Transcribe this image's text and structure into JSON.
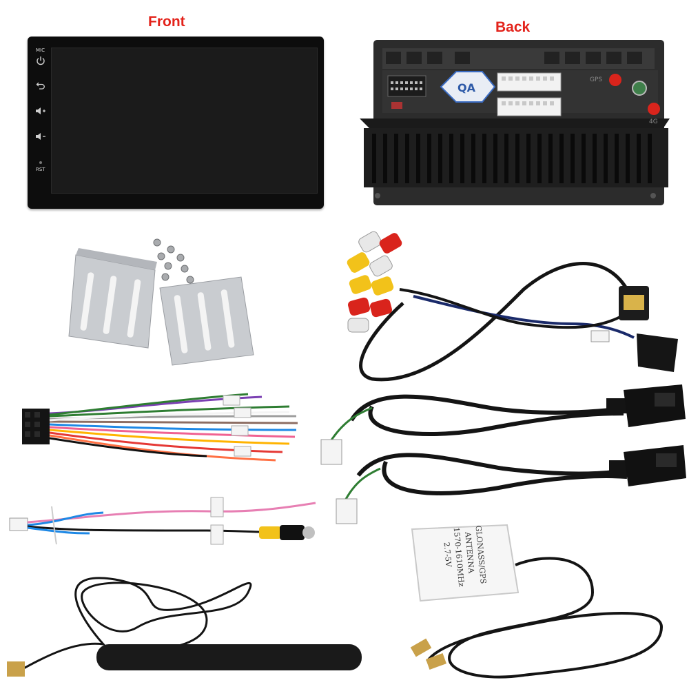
{
  "headings": {
    "front": "Front",
    "back": "Back"
  },
  "stereo_front": {
    "button_labels": [
      "MIC",
      "RST"
    ],
    "icons": [
      "power-icon",
      "back-icon",
      "volume-up-icon",
      "volume-down-icon"
    ]
  },
  "stereo_back": {
    "port_labels": [
      "GPS",
      "4G"
    ]
  },
  "gps_antenna": {
    "label_lines": [
      "GLONASS/GPS",
      "ANTENNA",
      "1570-1610MHz",
      "2.7-5V"
    ]
  },
  "colors": {
    "heading_red": "#e3231b",
    "screen": "#1b1b1b",
    "bezel": "#0d0d0d",
    "cable": "#141414",
    "bracket": "#c9ccd0",
    "rca_red": "#d9241c",
    "rca_yellow": "#f2c21a",
    "rca_white": "#e8e8e8"
  }
}
